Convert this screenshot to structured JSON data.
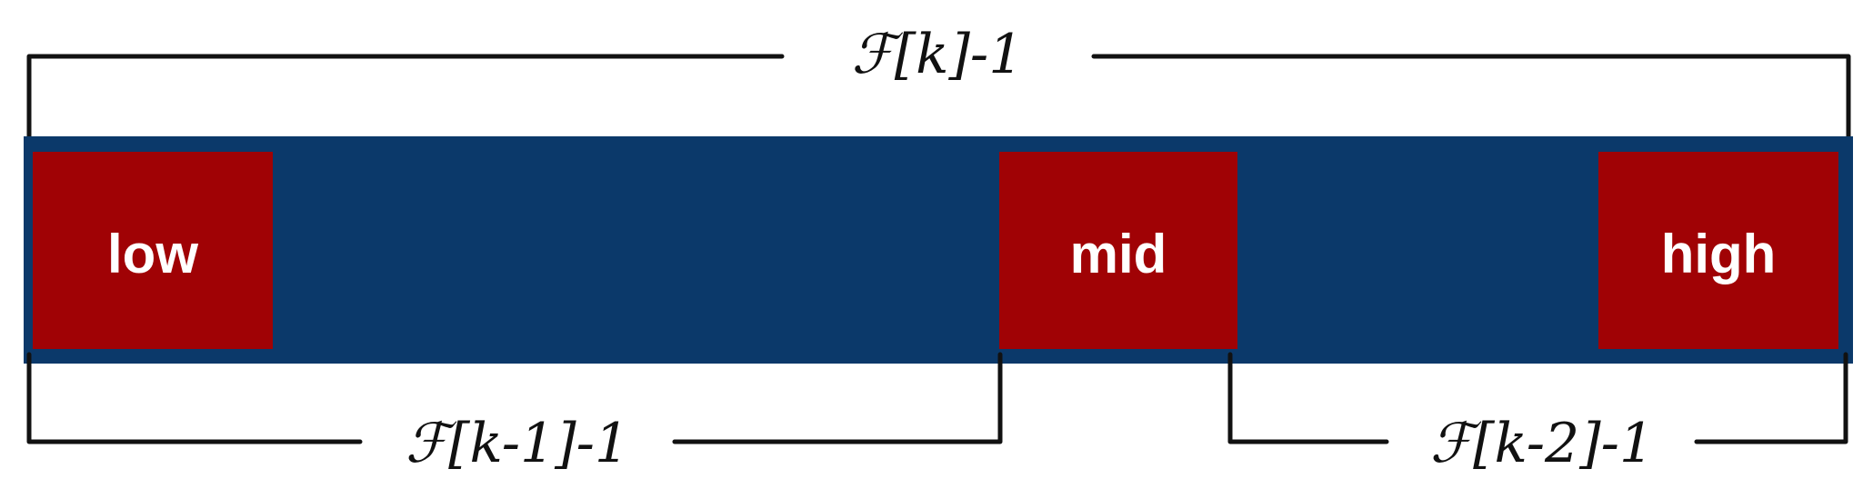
{
  "colors": {
    "array_fill": "#0b396a",
    "marker_fill": "#a00205",
    "bracket_stroke": "#111111",
    "marker_text": "#ffffff"
  },
  "markers": {
    "low": "low",
    "mid": "mid",
    "high": "high"
  },
  "brackets": {
    "total": "ℱ[k]-1",
    "left": "ℱ[k-1]-1",
    "right": "ℱ[k-2]-1"
  }
}
